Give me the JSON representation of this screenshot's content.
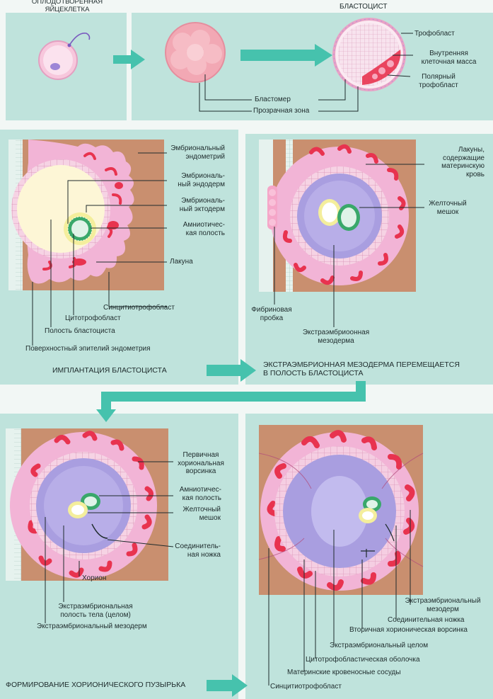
{
  "colors": {
    "panel": "#bfe3dc",
    "endometrium": "#c98f6f",
    "pink": "#f2b4d6",
    "red": "#e8334f",
    "cyto": "#f6d3e4",
    "cavity": "#fdf6d6",
    "mesoderm": "#a99ee0",
    "yolk": "#f4ee9c",
    "arrow": "#46c2ad",
    "epithelium": "#e6f2ee",
    "ecto": "#39a86a"
  },
  "panel1": {
    "left_title": "ОПЛОДОТВОРЕННАЯ\nЯЙЦЕКЛЕТКА",
    "right_title": "БЛАСТОЦИСТ",
    "labels": {
      "trophoblast": "Трофобласт",
      "inner_mass": "Внутренняя\nклеточная масса",
      "polar": "Полярный\nтрофобласт",
      "blastomere": "Бластомер",
      "zona": "Прозрачная зона"
    }
  },
  "panel2": {
    "labels": {
      "endometrium": "Эмбриональный\nэндометрий",
      "endoderm": "Эмбриональ-\nный эндодерм",
      "ectoderm": "Эмбриональ-\nный эктодерм",
      "amnion": "Амниотичес-\nкая полость",
      "lacuna": "Лакуна",
      "syncytio": "Синцитиотрофобласт",
      "cyto": "Цитотрофобласт",
      "cavity": "Полость бластоциста",
      "epithelium": "Поверхностный эпителий эндометрия"
    },
    "caption": "ИМПЛАНТАЦИЯ БЛАСТОЦИСТА"
  },
  "panel3": {
    "labels": {
      "lacunae": "Лакуны,\nсодержащие\nматеринскую\nкровь",
      "yolk": "Желточный\nмешок",
      "fibrin": "Фибриновая\nпробка",
      "mesoderm": "Экстраэмбриоонная\nмезодерма"
    },
    "caption": "ЭКСТРАЭМБРИОННАЯ МЕЗОДЕРМА ПЕРЕМЕЩАЕТСЯ\nВ ПОЛОСТЬ БЛАСТОЦИСТА"
  },
  "panel4": {
    "labels": {
      "villus": "Первичная\nхориональная\nворсинка",
      "amnion": "Амниотичес-\nкая полость",
      "yolk": "Желточный\nмешок",
      "stalk": "Соединитель-\nная ножка",
      "chorion": "Хорион",
      "coelom": "Экстраэмбриональная\nполость тела (целом)",
      "mesoderm": "Экстраэмбриональный мезодерм"
    },
    "caption": "ФОРМИРОВАНИЕ ХОРИОНИЧЕСКОГО ПУЗЫРЬКА"
  },
  "panel5": {
    "labels": {
      "mesoderm": "Экстраэмбриональный\nмезодерм",
      "stalk": "Соединительная ножка",
      "villus2": "Вторичная хорионическая ворсинка",
      "coelom": "Экстраэмбриональный целом",
      "shell": "Цитотрофобластическая оболочка",
      "vessels": "Материнские кровеносные сосуды",
      "syncytio": "Синцитиотрофобласт"
    }
  }
}
